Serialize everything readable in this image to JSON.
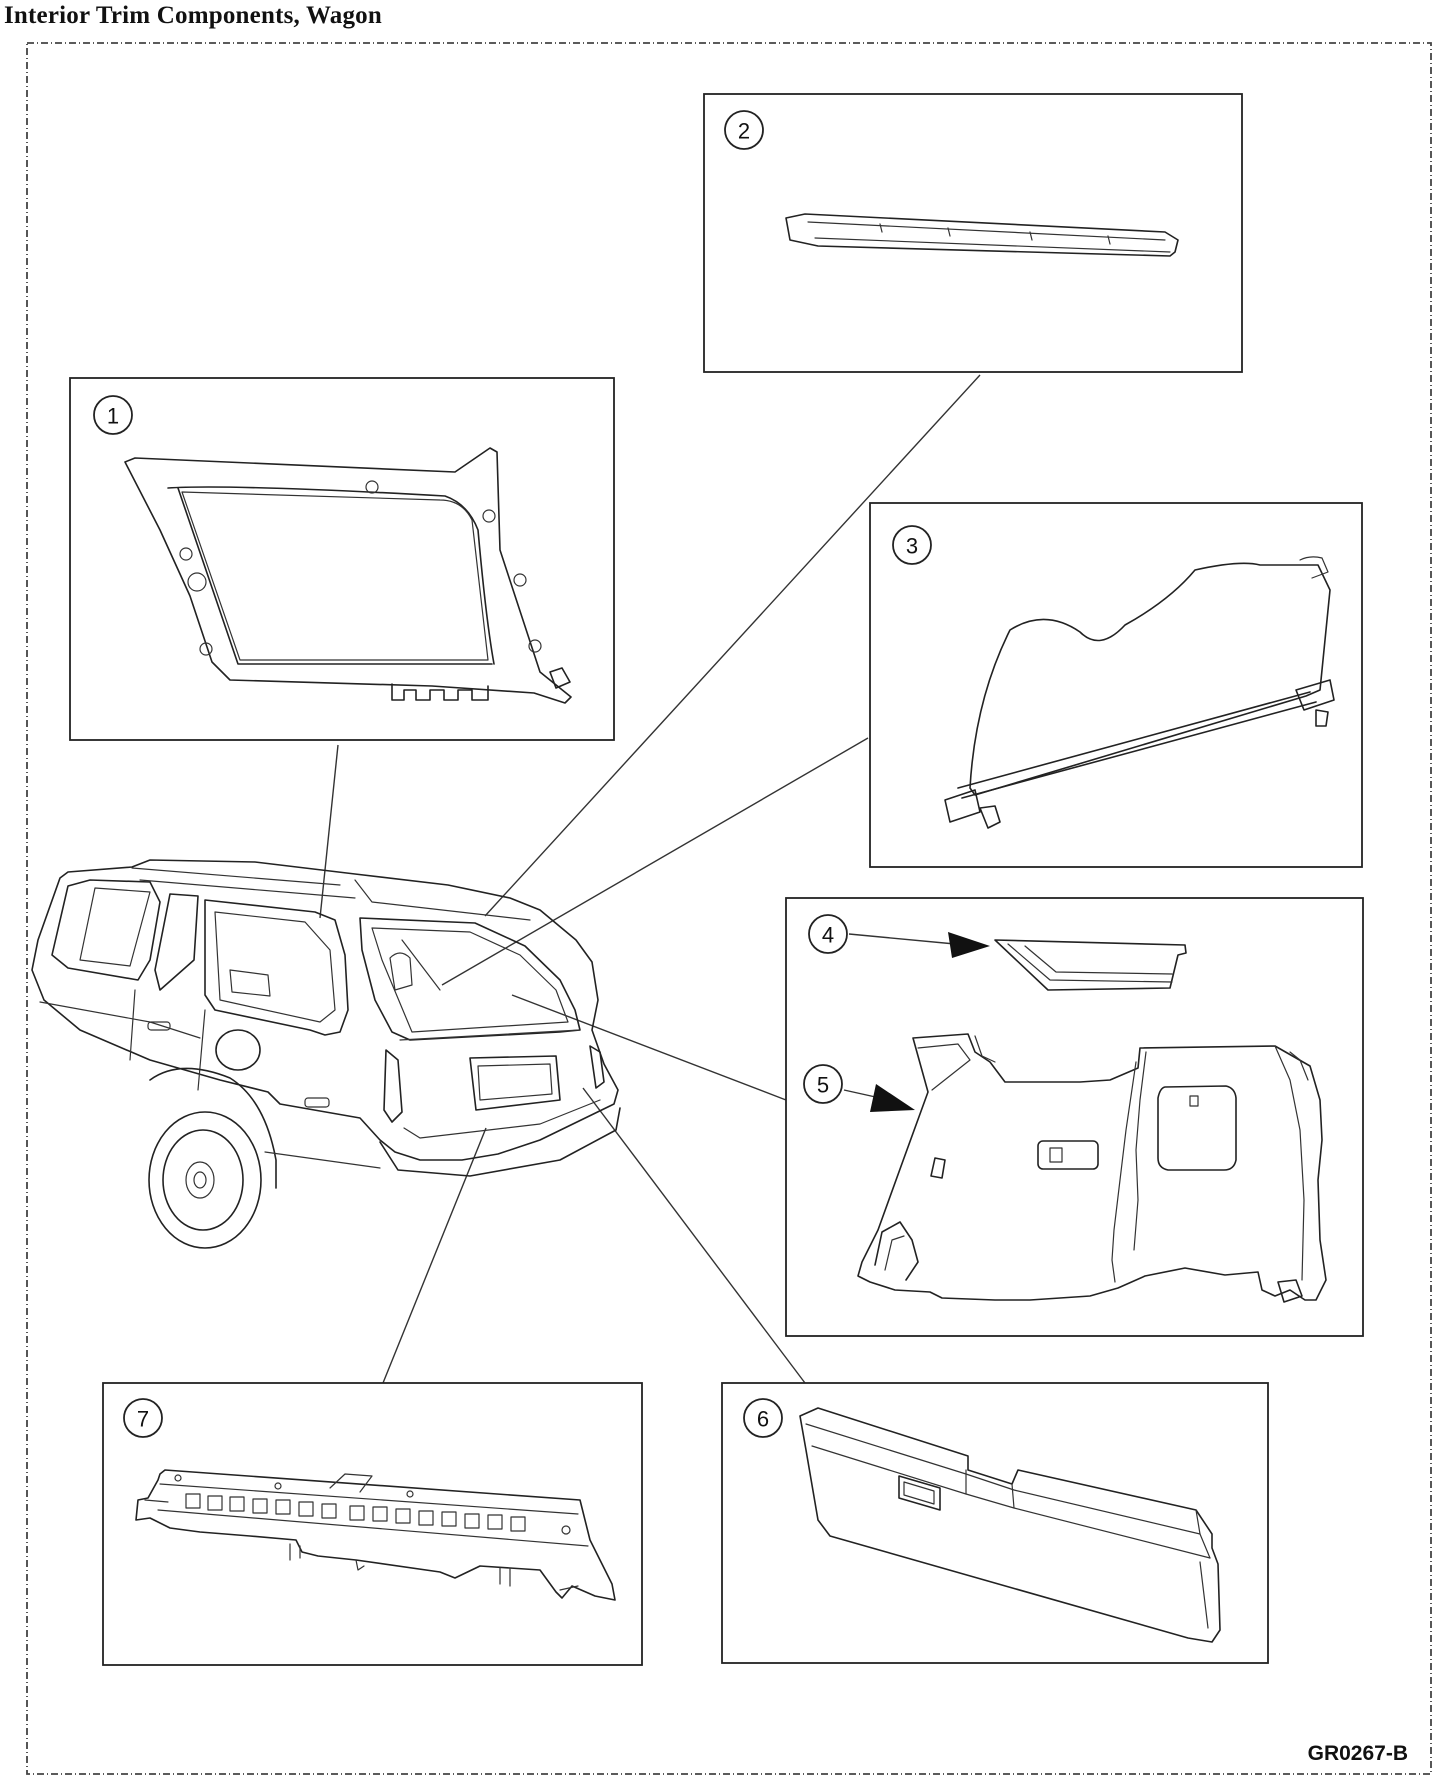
{
  "title": "Interior Trim Components, Wagon",
  "figure_code": "GR0267-B",
  "callouts": [
    {
      "number": "1",
      "part_icon": "quarter-window-trim-panel-icon"
    },
    {
      "number": "2",
      "part_icon": "trim-molding-strip-icon"
    },
    {
      "number": "3",
      "part_icon": "cargo-cover-panel-icon"
    },
    {
      "number": "4",
      "part_icon": "trim-strip-icon"
    },
    {
      "number": "5",
      "part_icon": "quarter-trim-panel-icon"
    },
    {
      "number": "6",
      "part_icon": "liftgate-trim-panel-icon"
    },
    {
      "number": "7",
      "part_icon": "rear-sill-scuff-plate-icon"
    }
  ],
  "vehicle_icon": "station-wagon-icon"
}
